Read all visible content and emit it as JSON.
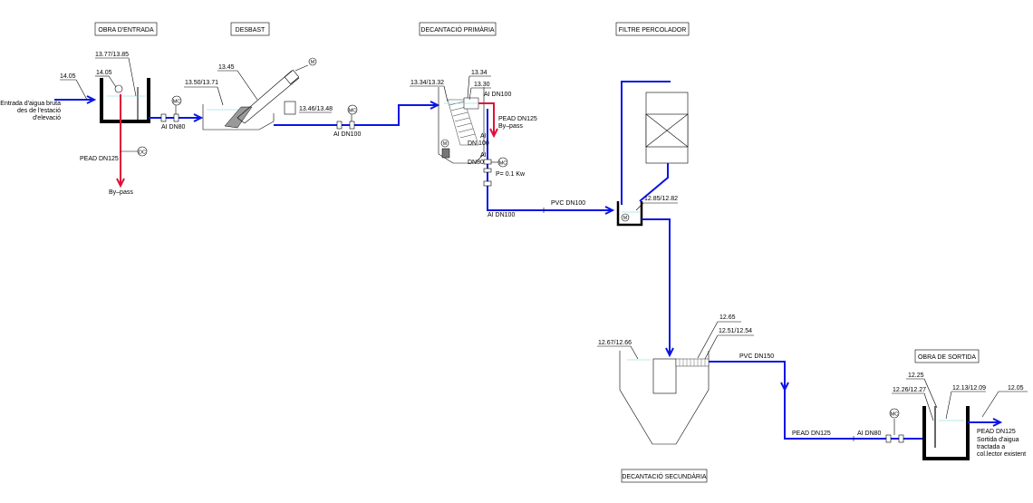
{
  "titles": {
    "obra_entrada": "OBRA D'ENTRADA",
    "desbast": "DESBAST",
    "decantacio_primaria": "DECANTACIÓ PRIMÀRIA",
    "filtre_percolador": "FILTRE PERCOLADOR",
    "obra_sortida": "OBRA DE SORTIDA",
    "decantacio_secundaria": "DECANTACIÓ SECUNDÀRIA"
  },
  "inlet": {
    "line1": "Entrada d'aigua bruta",
    "line2": "des de l'estació",
    "line3": "d'elevació"
  },
  "outlet": {
    "line1": "Sortida d'aigua",
    "line2": "tractada a",
    "line3": "col.lector existent"
  },
  "levels": {
    "l_14_05_a": "14.05",
    "l_14_05_b": "14.05",
    "l_13_77": "13.77/13.85",
    "l_13_50": "13.50/13.71",
    "l_13_45": "13.45",
    "l_13_46": "13.46/13.48",
    "l_13_34_32": "13.34/13.32",
    "l_13_34": "13.34",
    "l_13_30": "13.30",
    "l_12_85": "12.85/12.82",
    "l_12_65": "12.65",
    "l_12_51": "12.51/12.54",
    "l_12_67": "12.67/12.66",
    "l_12_25": "12.25",
    "l_12_26": "12.26/12.27",
    "l_12_13": "12.13/12.09",
    "l_12_05": "12.05"
  },
  "pipes": {
    "ai_dn80_1": "AI DN80",
    "pead_dn125_1": "PEAD DN125",
    "bypass_1": "By–pass",
    "ai_dn100_1": "AI DN100",
    "ai_dn100_2": "AI DN100",
    "pead_dn125_2": "PEAD DN125",
    "bypass_2": "By–pass",
    "ai_1": "AI",
    "dn100": "DN 100",
    "ai_2": "AI",
    "dn80": "DN80",
    "power": "P= 0.1 Kw",
    "pvc_dn100": "PVC DN100",
    "ai_dn100_3": "AI DN100",
    "pvc_dn150": "PVC DN150",
    "pead_dn125_3": "PEAD DN125",
    "ai_dn80_2": "AI DN80",
    "pead_dn125_4": "PEAD DN125"
  },
  "symbols": {
    "mc": "MC",
    "dc": "DC",
    "m": "M"
  },
  "colors": {
    "flow": "#0a14e6",
    "bypass": "#e0103a",
    "water": "#6fd6d6"
  }
}
